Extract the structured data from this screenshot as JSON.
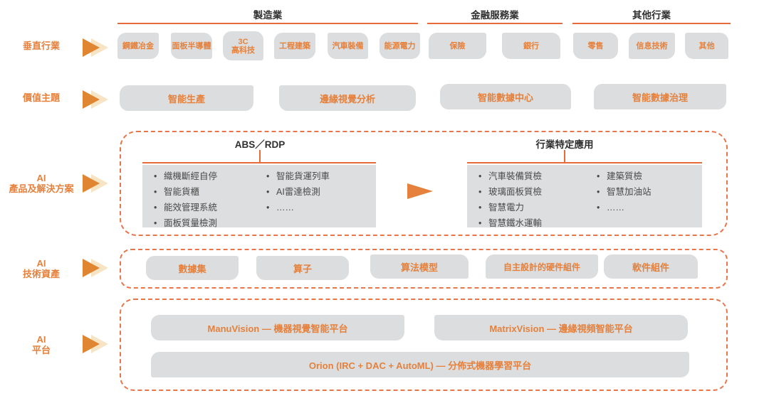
{
  "colors": {
    "accent_orange": "#E5813C",
    "line_orange": "#E76A3B",
    "dashed_border": "#E8764B",
    "arrow_dark": "#E08532",
    "arrow_light": "#F6E4C4",
    "chip_gray": "#DCDDDE",
    "header_text": "#2F2F2F",
    "bullet_text": "#4A4A4A"
  },
  "row_labels": {
    "vertical_industries": [
      "垂直行業"
    ],
    "value_themes": [
      "價值主題"
    ],
    "ai_products": [
      "AI",
      "產品及解決方案"
    ],
    "ai_tech_assets": [
      "AI",
      "技術資產"
    ],
    "ai_platform": [
      "AI",
      "平台"
    ]
  },
  "industry_groups": [
    {
      "label": "製造業",
      "items": [
        [
          "鋼鐵冶金"
        ],
        [
          "面板半導體"
        ],
        [
          "3C",
          "高科技"
        ],
        [
          "工程建築"
        ],
        [
          "汽車裝備"
        ],
        [
          "能源電力"
        ]
      ]
    },
    {
      "label": "金融服務業",
      "items": [
        [
          "保險"
        ],
        [
          "銀行"
        ]
      ]
    },
    {
      "label": "其他行業",
      "items": [
        [
          "零售"
        ],
        [
          "信息技術"
        ],
        [
          "其他"
        ]
      ]
    }
  ],
  "value_themes": [
    "智能生產",
    "邊緣視覺分析",
    "智能數據中心",
    "智能數據治理"
  ],
  "solutions": {
    "left": {
      "title": "ABS／RDP",
      "col1": [
        "織機斷經自停",
        "智能貨櫃",
        "能效管理系統",
        "面板質量檢測"
      ],
      "col2": [
        "智能貨運列車",
        "AI雷達檢測",
        "……"
      ]
    },
    "right": {
      "title": "行業特定應用",
      "col1": [
        "汽車裝備質檢",
        "玻璃面板質檢",
        "智慧電力",
        "智慧鐵水運輸"
      ],
      "col2": [
        "建築質檢",
        "智慧加油站",
        "……"
      ]
    }
  },
  "tech_assets": [
    "數據集",
    "算子",
    "算法模型",
    "自主設計的硬件組件",
    "軟件組件"
  ],
  "platforms": {
    "manuvision": "ManuVision — 機器視覺智能平台",
    "matrixvision": "MatrixVision — 邊緣視頻智能平台",
    "orion": "Orion (IRC + DAC + AutoML) — 分佈式機器學習平台"
  }
}
